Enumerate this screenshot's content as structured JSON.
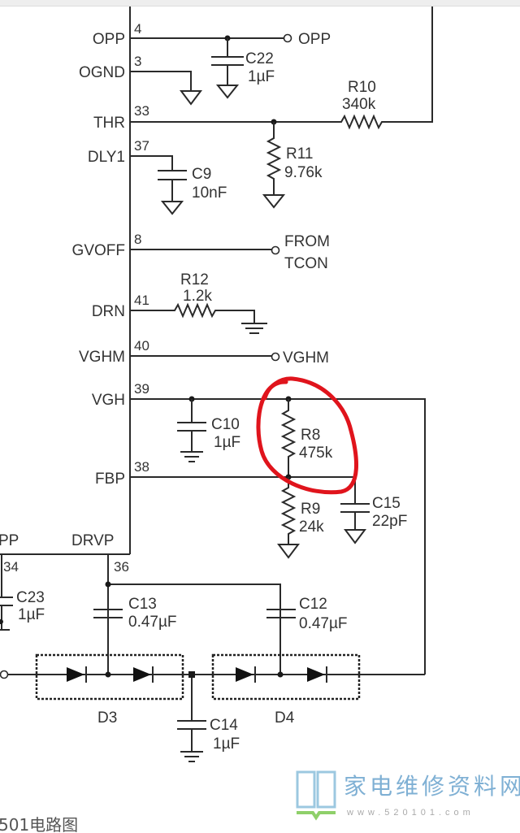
{
  "pins": {
    "opp": {
      "name": "OPP",
      "num": "4"
    },
    "ognd": {
      "name": "OGND",
      "num": "3"
    },
    "thr": {
      "name": "THR",
      "num": "33"
    },
    "dly1": {
      "name": "DLY1",
      "num": "37"
    },
    "gvoff": {
      "name": "GVOFF",
      "num": "8"
    },
    "drn": {
      "name": "DRN",
      "num": "41"
    },
    "vghm": {
      "name": "VGHM",
      "num": "40"
    },
    "vgh": {
      "name": "VGH",
      "num": "39"
    },
    "fbp": {
      "name": "FBP",
      "num": "38"
    },
    "pp": {
      "name": "PP",
      "num": "34"
    },
    "drvp": {
      "name": "DRVP",
      "num": "36"
    }
  },
  "nets": {
    "opp": "OPP",
    "from": "FROM",
    "tcon": "TCON",
    "vghm": "VGHM"
  },
  "components": {
    "c22": {
      "ref": "C22",
      "value": "1µF"
    },
    "r10": {
      "ref": "R10",
      "value": "340k"
    },
    "r11": {
      "ref": "R11",
      "value": "9.76k"
    },
    "c9": {
      "ref": "C9",
      "value": "10nF"
    },
    "r12": {
      "ref": "R12",
      "value": "1.2k"
    },
    "c10": {
      "ref": "C10",
      "value": "1µF"
    },
    "r8": {
      "ref": "R8",
      "value": "475k"
    },
    "r9": {
      "ref": "R9",
      "value": "24k"
    },
    "c15": {
      "ref": "C15",
      "value": "22pF"
    },
    "c23": {
      "ref": "C23",
      "value": "1µF"
    },
    "c13": {
      "ref": "C13",
      "value": "0.47µF"
    },
    "c12": {
      "ref": "C12",
      "value": "0.47µF"
    },
    "c14": {
      "ref": "C14",
      "value": "1µF"
    },
    "d3": {
      "ref": "D3"
    },
    "d4": {
      "ref": "D4"
    }
  },
  "caption": "501电路图",
  "watermark": {
    "title": "家电维修资料网",
    "url": "www.520101.com"
  },
  "colors": {
    "highlight": "#e0141c",
    "wire": "#2a2a2a"
  }
}
